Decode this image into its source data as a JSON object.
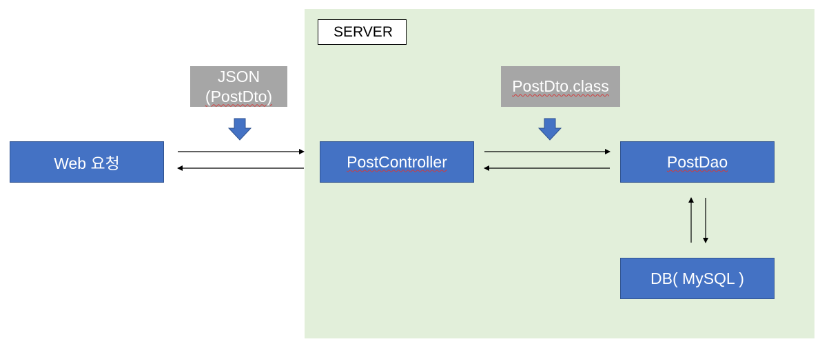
{
  "server": {
    "label": "SERVER"
  },
  "payloads": {
    "json_line1": "JSON",
    "json_line2": "(PostDto)",
    "class_label": "PostDto.class"
  },
  "nodes": {
    "web_request": "Web 요청",
    "post_controller": "PostController",
    "post_dao": "PostDao",
    "database": "DB( MySQL )"
  },
  "colors": {
    "node_fill": "#4472c4",
    "server_fill": "#e2efda",
    "payload_fill": "#a6a6a6"
  }
}
